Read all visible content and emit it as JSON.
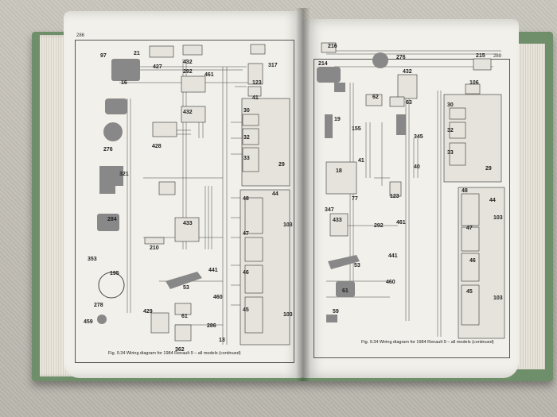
{
  "left_page": {
    "page_number": "286",
    "caption": "Fig. 9.34 Wiring diagram for 1984 Renault 9 – all models (continued)",
    "components": [
      "97",
      "21",
      "427",
      "432",
      "292",
      "461",
      "317",
      "16",
      "123",
      "41",
      "432",
      "30",
      "428",
      "32",
      "276",
      "33",
      "29",
      "321",
      "44",
      "48",
      "103",
      "284",
      "433",
      "47",
      "210",
      "441",
      "353",
      "195",
      "46",
      "53",
      "460",
      "278",
      "45",
      "429",
      "61",
      "459",
      "286",
      "362",
      "13",
      "103"
    ]
  },
  "right_page": {
    "page_number": "289",
    "caption": "Fig. 9.34 Wiring diagram for 1984 Renault 9 – all models (continued)",
    "components": [
      "216",
      "276",
      "215",
      "214",
      "432",
      "106",
      "62",
      "63",
      "30",
      "32",
      "19",
      "155",
      "345",
      "33",
      "41",
      "40",
      "29",
      "18",
      "48",
      "44",
      "123",
      "77",
      "347",
      "103",
      "433",
      "461",
      "292",
      "47",
      "441",
      "53",
      "46",
      "460",
      "61",
      "45",
      "103",
      "59"
    ]
  }
}
